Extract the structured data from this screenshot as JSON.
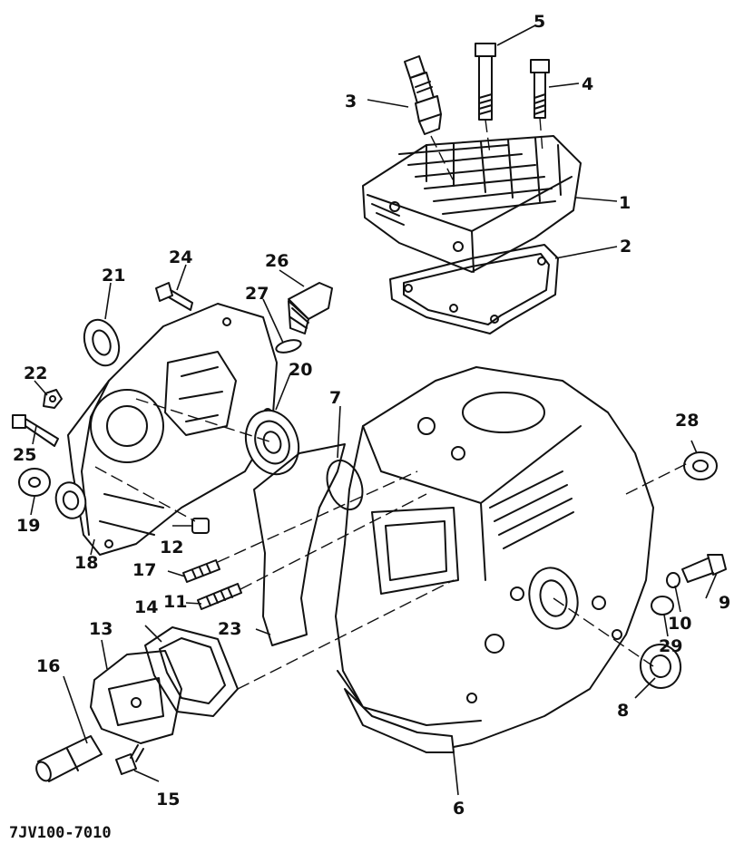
{
  "drawing_code": "7JV100-7010",
  "callouts": {
    "c1": "1",
    "c2": "2",
    "c3": "3",
    "c4": "4",
    "c5": "5",
    "c6": "6",
    "c7": "7",
    "c8": "8",
    "c9": "9",
    "c10": "10",
    "c11": "11",
    "c12": "12",
    "c13": "13",
    "c14": "14",
    "c15": "15",
    "c16": "16",
    "c17": "17",
    "c18": "18",
    "c19": "19",
    "c20": "20",
    "c21": "21",
    "c22": "22",
    "c23": "23",
    "c24": "24",
    "c25": "25",
    "c26": "26",
    "c27": "27",
    "c28": "28",
    "c29": "29"
  }
}
